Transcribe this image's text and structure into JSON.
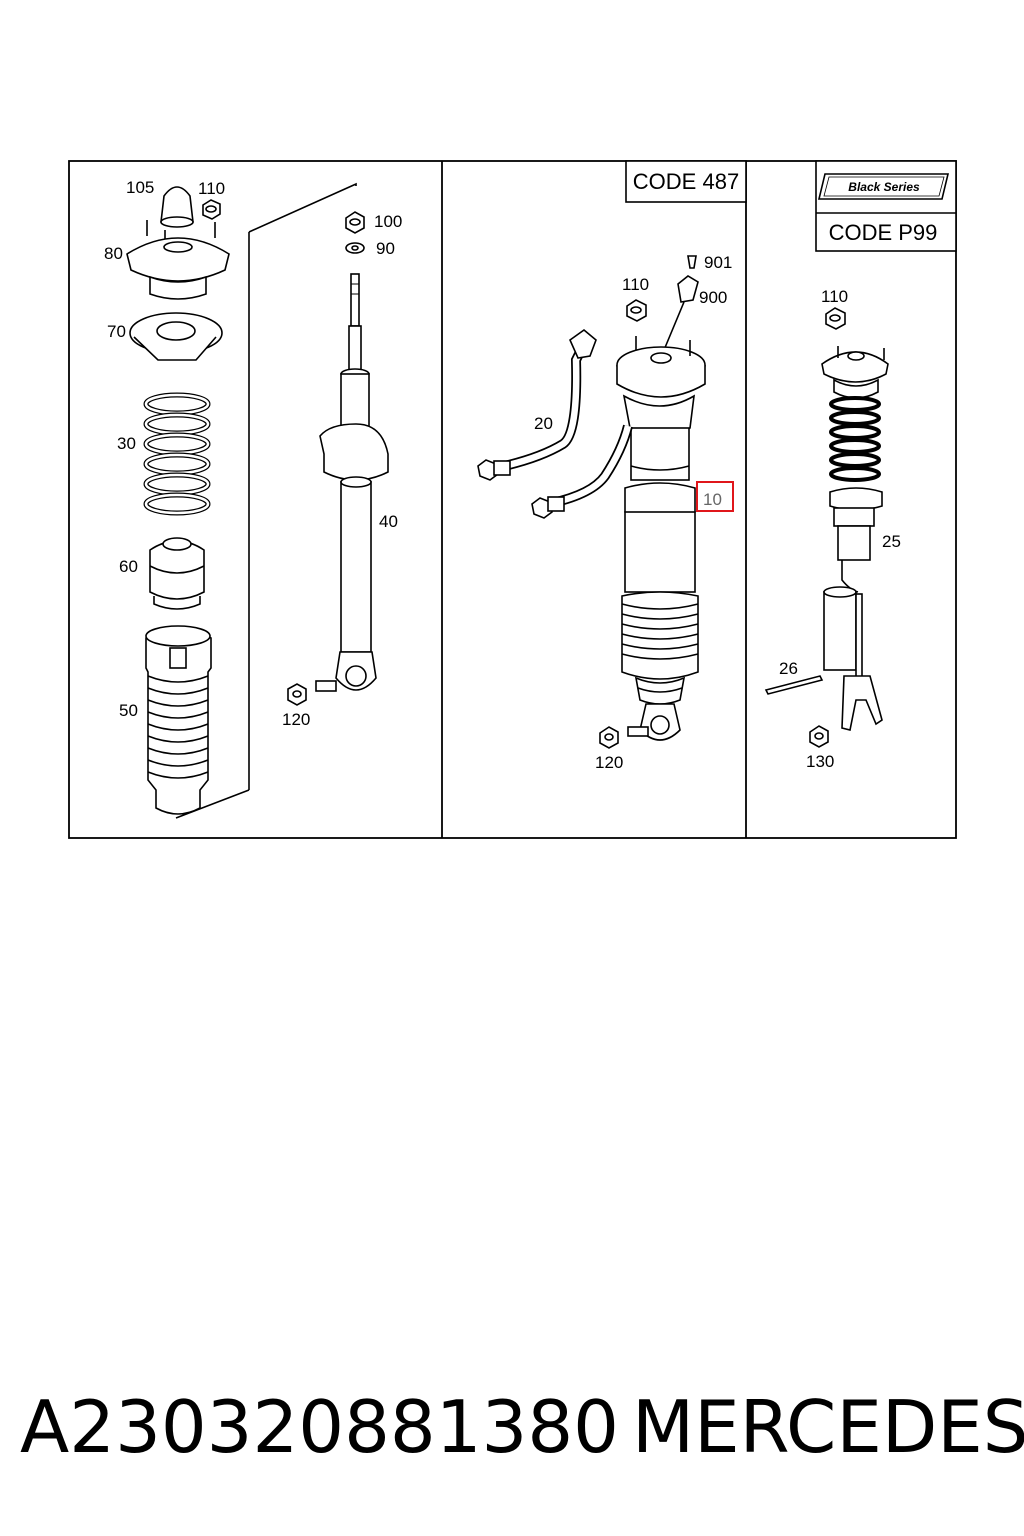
{
  "panels": {
    "center_code": "CODE 487",
    "right_badge": "Black Series",
    "right_code": "CODE P99"
  },
  "callouts": {
    "c105": "105",
    "c110a": "110",
    "c100": "100",
    "c90": "90",
    "c80": "80",
    "c70": "70",
    "c30": "30",
    "c40": "40",
    "c60": "60",
    "c50": "50",
    "c120a": "120",
    "c901": "901",
    "c900": "900",
    "c110b": "110",
    "c20": "20",
    "c10": "10",
    "c120b": "120",
    "c110c": "110",
    "c25": "25",
    "c26": "26",
    "c130": "130"
  },
  "highlight": {
    "color": "#e0161b",
    "label": "c10"
  },
  "footer": {
    "part_number": "A230320881380",
    "make": "MERCEDES"
  }
}
